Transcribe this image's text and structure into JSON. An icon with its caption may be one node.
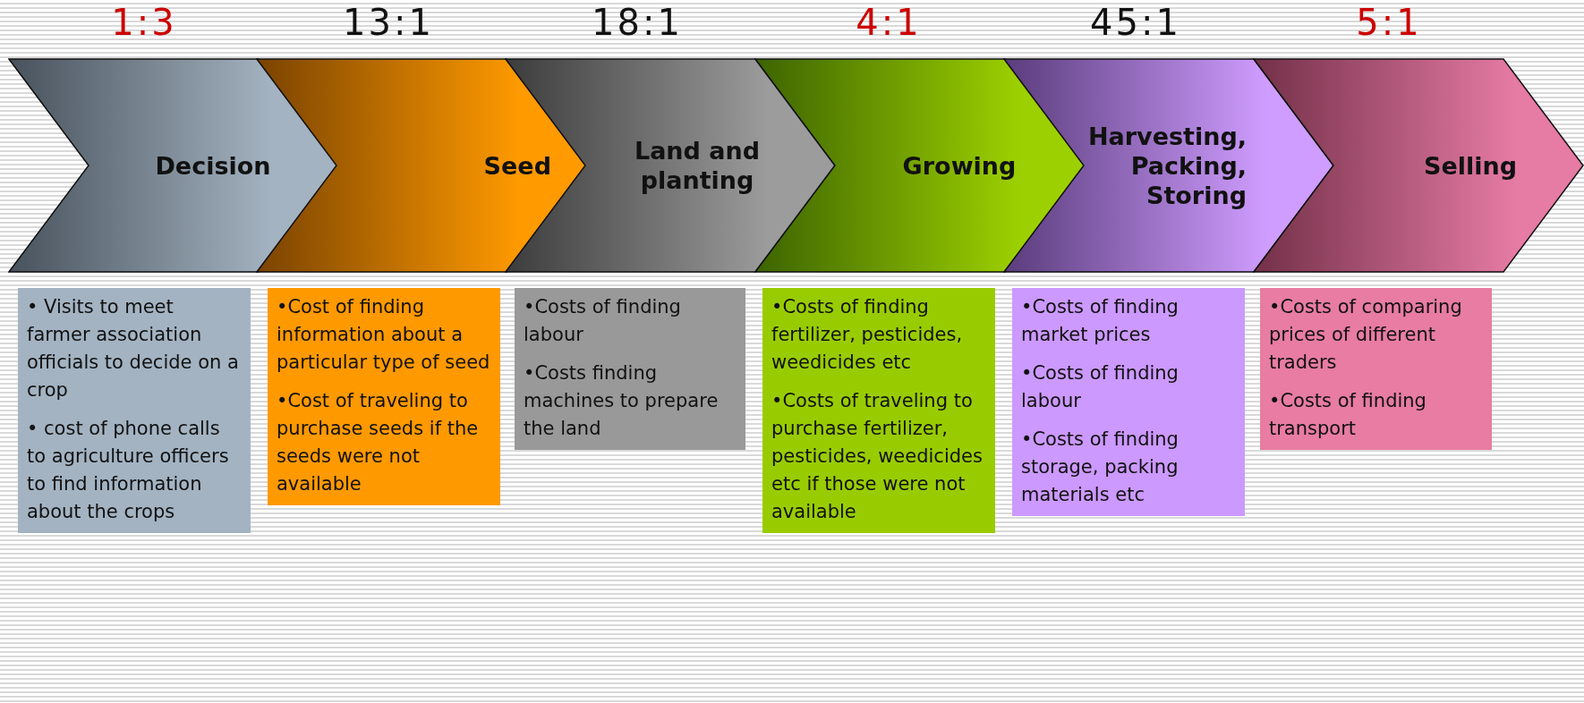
{
  "diagram": {
    "nodes": [
      {
        "text": [
          "Decision"
        ],
        "beside": [
          "1:3"
        ]
      },
      {
        "text": [
          "Seed"
        ],
        "beside": [
          "13:1"
        ]
      },
      {
        "text": [
          "Land and planting"
        ],
        "beside": [
          "18:1"
        ]
      },
      {
        "text": [
          "Growing"
        ],
        "beside": [
          "4:1"
        ]
      },
      {
        "text": [
          "Harvesting, Packing, Storing"
        ],
        "beside": [
          "45:1"
        ]
      },
      {
        "text": [
          "Selling"
        ],
        "beside": [
          "5:1"
        ]
      },
      {
        "text": [
          "• Visits to meet farmer association officials to decide on a crop",
          "• cost of phone calls to agriculture officers to find information about the crops"
        ]
      },
      {
        "text": [
          "•Cost of finding information about a particular type of seed",
          "•Cost of traveling to purchase seeds if the seeds were not available"
        ]
      },
      {
        "text": [
          "•Costs of finding labour",
          "•Costs finding machines to prepare the land"
        ]
      },
      {
        "text": [
          "•Costs of finding fertilizer, pesticides, weedicides etc",
          "•Costs of traveling to purchase fertilizer, pesticides, weedicides etc if those were not available"
        ]
      },
      {
        "text": [
          "•Costs of finding market prices",
          "•Costs of finding labour",
          "•Costs of finding storage, packing materials etc"
        ]
      },
      {
        "text": [
          "•Costs of comparing prices of different traders",
          "•Costs of finding transport"
        ]
      }
    ]
  }
}
